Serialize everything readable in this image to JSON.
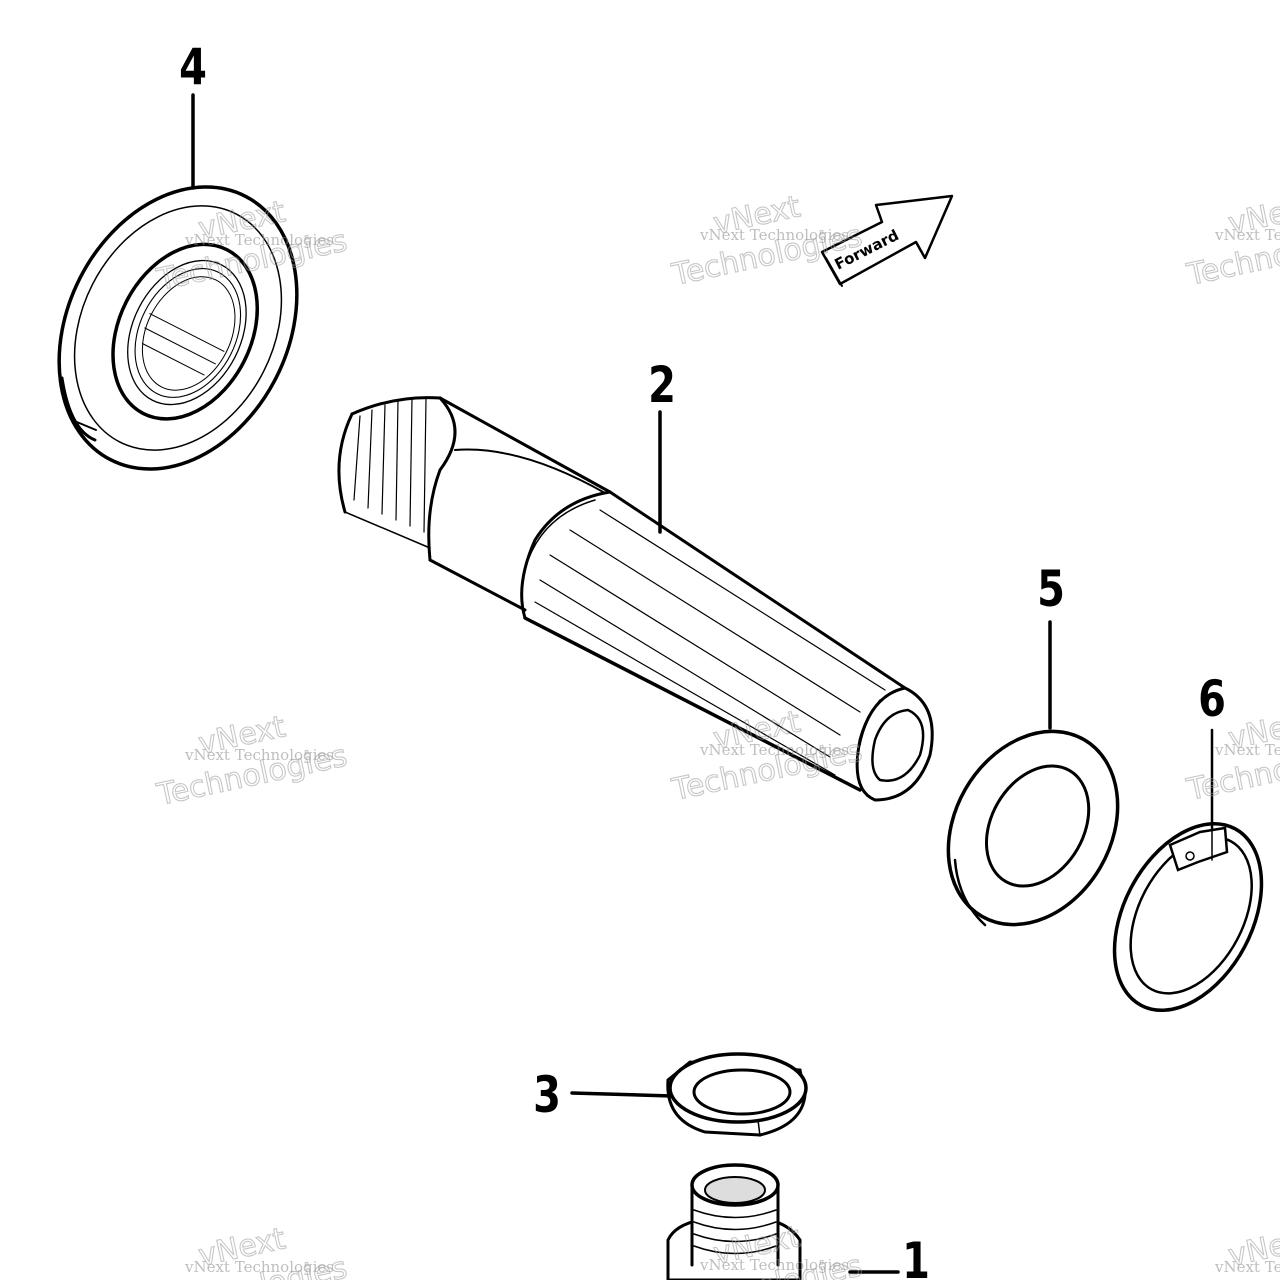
{
  "diagram": {
    "parts": [
      {
        "number": "1"
      },
      {
        "number": "2"
      },
      {
        "number": "3"
      },
      {
        "number": "4"
      },
      {
        "number": "5"
      },
      {
        "number": "6"
      }
    ],
    "direction_label": "Forward"
  },
  "watermark": {
    "small_text": "vNext Technologies",
    "large_line1": "vNext",
    "large_line2": "Technologies"
  }
}
